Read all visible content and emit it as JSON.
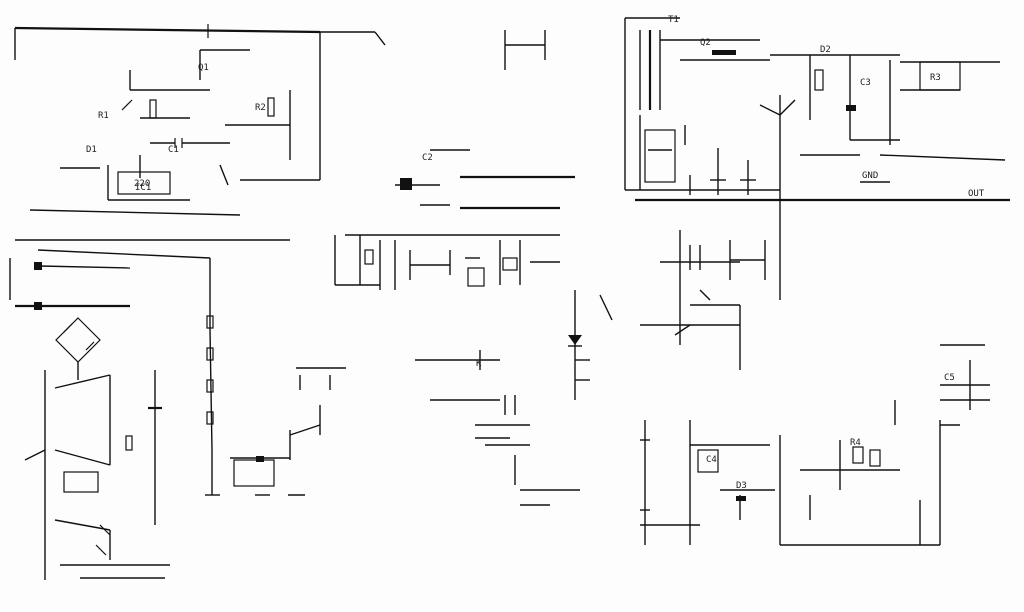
{
  "schematic": {
    "labels": {
      "t1": "R1",
      "t2": "C1",
      "t3": "D1",
      "t4": "Q1",
      "t5": "R2",
      "t6": "C2",
      "t7": "IC1",
      "t8": "T1",
      "t9": "Q2",
      "t10": "D2",
      "t11": "C3",
      "t12": "R3",
      "t13": "OUT",
      "t14": "GND",
      "t15": "K",
      "t16": "220",
      "t17": "C4",
      "t18": "D3",
      "t19": "R4",
      "t20": "C5"
    }
  }
}
